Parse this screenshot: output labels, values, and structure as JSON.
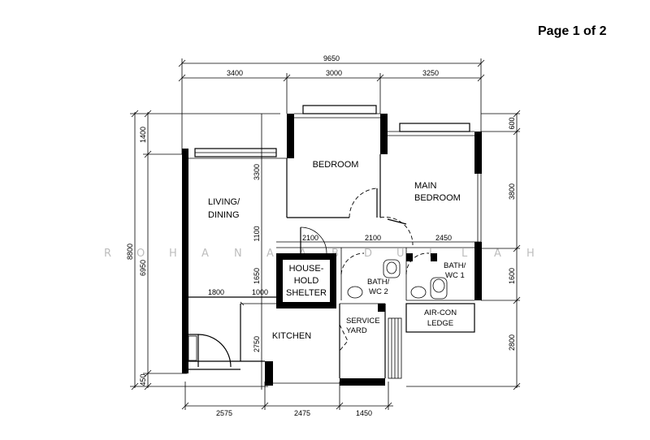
{
  "header": {
    "page_label": "Page 1 of 2"
  },
  "dimensions": {
    "top_total": "9650",
    "top_1": "3400",
    "top_2": "3000",
    "top_3": "3250",
    "left_outer": "8800",
    "left_inner": "6950",
    "left_top": "1400",
    "left_bottom": "450",
    "inner_3300": "3300",
    "inner_1100": "1100",
    "inner_1650": "1650",
    "inner_2750": "2750",
    "mid_2100_a": "2100",
    "mid_2100_b": "2100",
    "mid_2450": "2450",
    "mid_1800": "1800",
    "mid_1000": "1000",
    "right_600": "600",
    "right_3800": "3800",
    "right_1600": "1600",
    "right_2800": "2800",
    "bottom_1": "2575",
    "bottom_2": "2475",
    "bottom_3": "1450"
  },
  "rooms": {
    "bedroom": "BEDROOM",
    "main_bedroom_1": "MAIN",
    "main_bedroom_2": "BEDROOM",
    "living_1": "LIVING/",
    "living_2": "DINING",
    "shelter_1": "HOUSE-",
    "shelter_2": "HOLD",
    "shelter_3": "SHELTER",
    "bath2_1": "BATH/",
    "bath2_2": "WC 2",
    "bath1_1": "BATH/",
    "bath1_2": "WC 1",
    "kitchen": "KITCHEN",
    "service_1": "SERVICE",
    "service_2": "YARD",
    "aircon_1": "AIR-CON",
    "aircon_2": "LEDGE"
  },
  "watermark": [
    "R",
    "O",
    "H",
    "A",
    "N",
    "A",
    "A",
    "B",
    "D",
    "U",
    "L",
    "L",
    "A",
    "H"
  ]
}
